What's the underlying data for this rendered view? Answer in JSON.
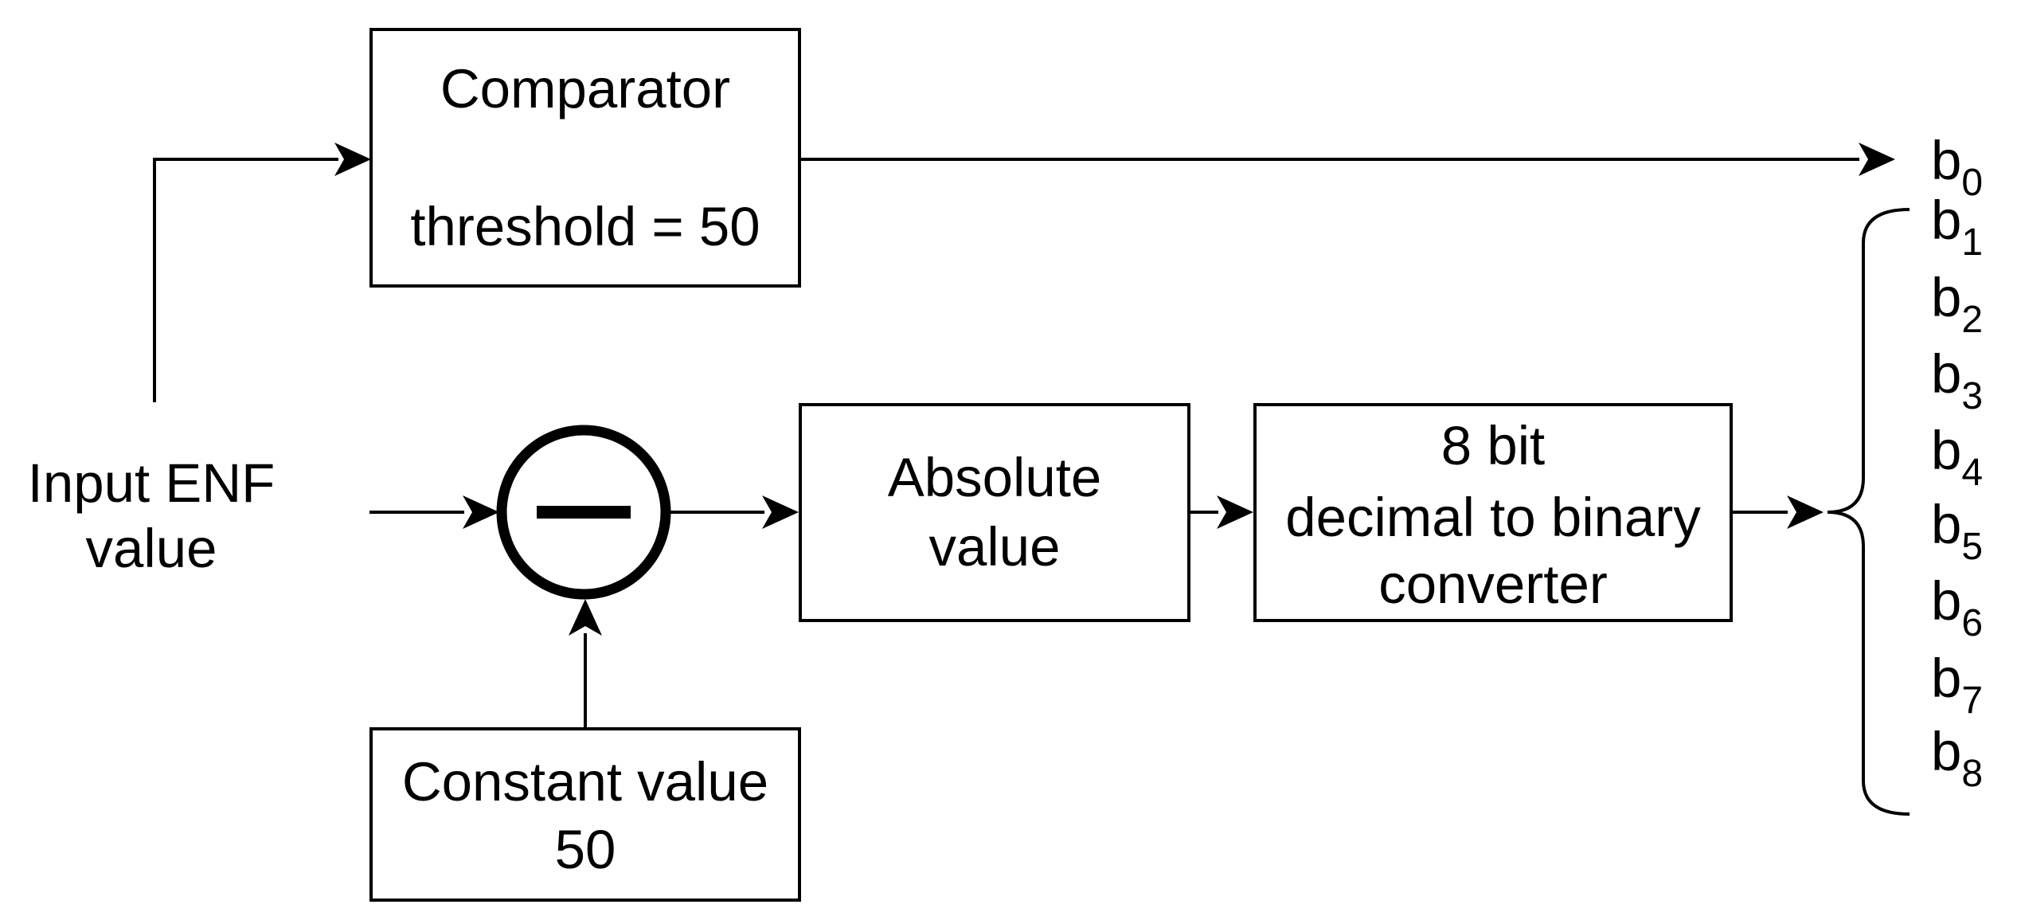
{
  "diagram": {
    "comparator": {
      "title": "Comparator",
      "threshold": "threshold = 50"
    },
    "input": {
      "line1": "Input ENF",
      "line2": "value"
    },
    "constant": {
      "line1": "Constant value",
      "line2": "50"
    },
    "absolute": {
      "line1": "Absolute",
      "line2": "value"
    },
    "converter": {
      "line1": "8 bit",
      "line2": "decimal to binary",
      "line3": "converter"
    },
    "outputs": [
      {
        "base": "b",
        "index": "0"
      },
      {
        "base": "b",
        "index": "1"
      },
      {
        "base": "b",
        "index": "2"
      },
      {
        "base": "b",
        "index": "3"
      },
      {
        "base": "b",
        "index": "4"
      },
      {
        "base": "b",
        "index": "5"
      },
      {
        "base": "b",
        "index": "6"
      },
      {
        "base": "b",
        "index": "7"
      },
      {
        "base": "b",
        "index": "8"
      }
    ]
  }
}
